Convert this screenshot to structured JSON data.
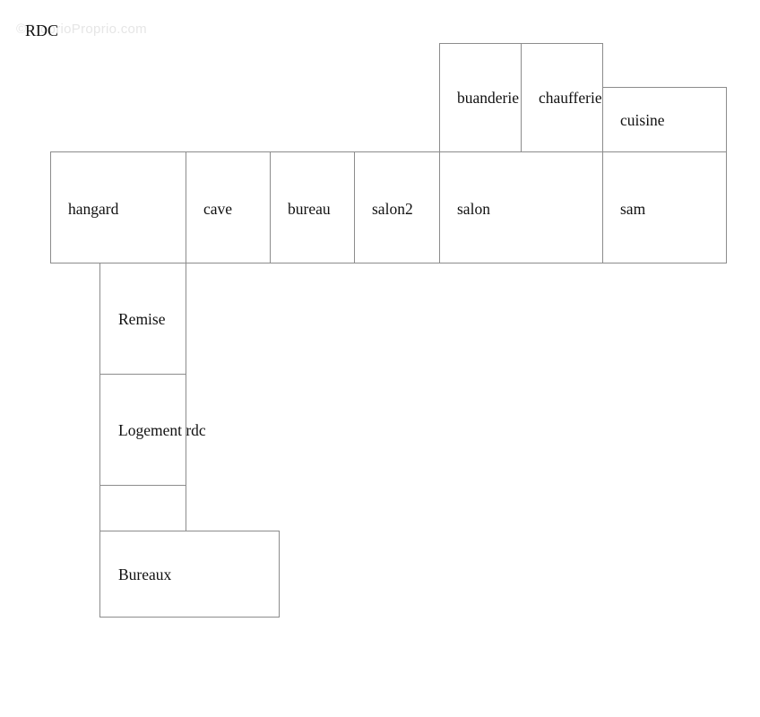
{
  "watermark": "©ProprioProprio.com",
  "plan_title": "RDC",
  "rooms": {
    "buanderie": "buanderie",
    "chaufferie": "chaufferie",
    "cuisine": "cuisine",
    "hangard": "hangard",
    "cave": "cave",
    "bureau": "bureau",
    "salon2": "salon2",
    "salon": "salon",
    "sam": "sam",
    "remise": "Remise",
    "logement_rdc": "Logement rdc",
    "bureaux": "Bureaux"
  },
  "colors": {
    "wall": "#8c8c8c",
    "text": "#111111",
    "background": "#ffffff"
  }
}
